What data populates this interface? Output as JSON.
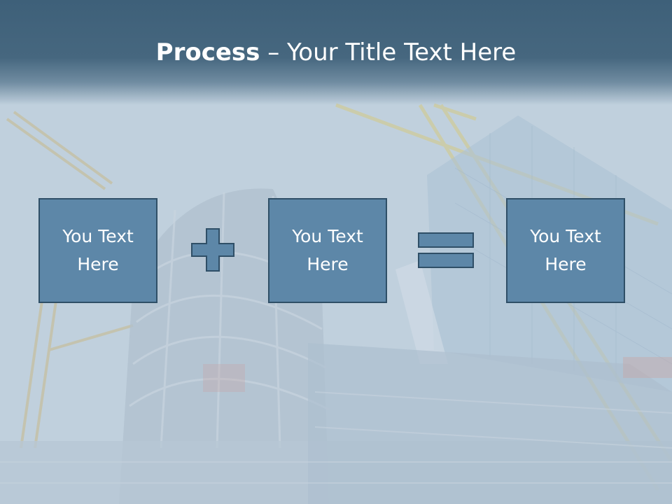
{
  "title": {
    "bold": "Process",
    "separator": " – ",
    "rest": "Your Title Text Here"
  },
  "boxes": [
    {
      "label": "You Text Here"
    },
    {
      "label": "You Text Here"
    },
    {
      "label": "You Text Here"
    }
  ],
  "operators": [
    {
      "icon": "plus-icon"
    },
    {
      "icon": "equals-icon"
    }
  ],
  "colors": {
    "title_band": "#46677f",
    "box_fill": "#5d87a8",
    "box_border": "#2f4f67",
    "text": "#ffffff"
  }
}
